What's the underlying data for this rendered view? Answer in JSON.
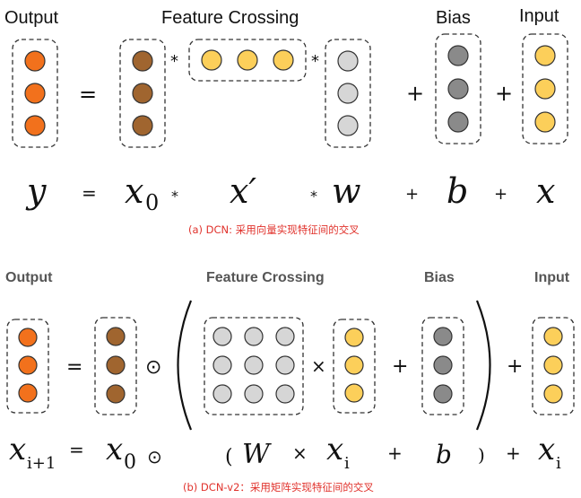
{
  "colors": {
    "orange": "#f2711c",
    "brown": "#a0652f",
    "yellow": "#fccf5a",
    "light_gray": "#d6d6d6",
    "dark_gray": "#8a8a8a",
    "caption_red": "#e0312b"
  },
  "dcn": {
    "headings": {
      "output": "Output",
      "feature_crossing": "Feature Crossing",
      "bias": "Bias",
      "input": "Input"
    },
    "operators": {
      "equals": "=",
      "star": "*",
      "plus": "+"
    },
    "formula": {
      "y": "y",
      "equals": "=",
      "x0_base": "x",
      "x0_sub": "0",
      "star1": "*",
      "xprime": "x′",
      "star2": "*",
      "w": "w",
      "plus1": "+",
      "b": "b",
      "plus2": "+",
      "x": "x"
    },
    "caption": "(a)  DCN: 采用向量实现特征间的交叉"
  },
  "dcnv2": {
    "headings": {
      "output": "Output",
      "feature_crossing": "Feature Crossing",
      "bias": "Bias",
      "input": "Input"
    },
    "operators": {
      "equals": "=",
      "odot": "⊙",
      "lparen": "(",
      "rparen": ")",
      "times": "×",
      "plus": "+"
    },
    "formula": {
      "xi1_base": "x",
      "xi1_sub": "i+1",
      "equals": "=",
      "x0_base": "x",
      "x0_sub": "0",
      "odot": "⊙",
      "lparen": "(",
      "W": "W",
      "times": "×",
      "xi_base": "x",
      "xi_sub": "i",
      "plus1": "+",
      "b": "b",
      "rparen": ")",
      "plus2": "+",
      "xi2_base": "x",
      "xi2_sub": "i"
    },
    "caption": "(b)  DCN-v2：采用矩阵实现特征间的交叉"
  }
}
